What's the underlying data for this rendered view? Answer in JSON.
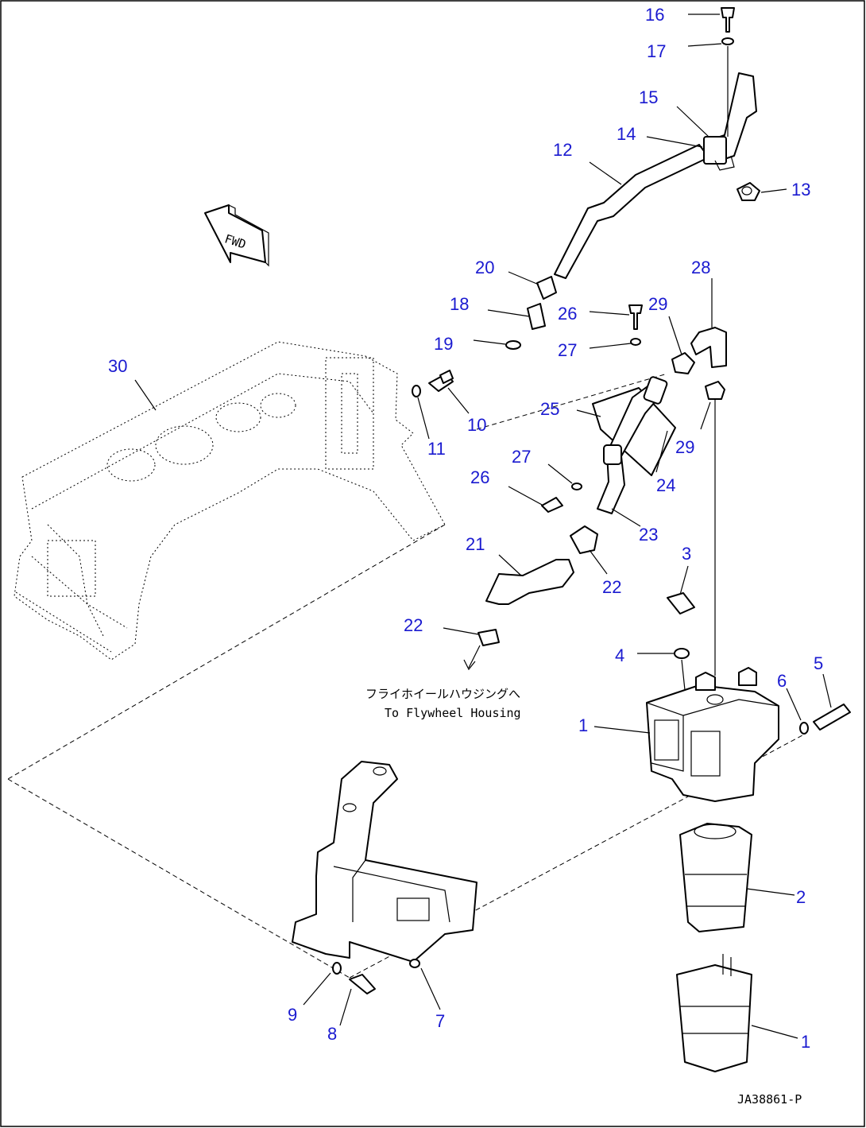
{
  "callouts": [
    {
      "n": "16"
    },
    {
      "n": "17"
    },
    {
      "n": "15"
    },
    {
      "n": "14"
    },
    {
      "n": "12"
    },
    {
      "n": "13"
    },
    {
      "n": "20"
    },
    {
      "n": "28"
    },
    {
      "n": "18"
    },
    {
      "n": "26"
    },
    {
      "n": "29"
    },
    {
      "n": "19"
    },
    {
      "n": "27"
    },
    {
      "n": "30"
    },
    {
      "n": "10"
    },
    {
      "n": "25"
    },
    {
      "n": "11"
    },
    {
      "n": "29"
    },
    {
      "n": "27"
    },
    {
      "n": "24"
    },
    {
      "n": "26"
    },
    {
      "n": "23"
    },
    {
      "n": "21"
    },
    {
      "n": "22"
    },
    {
      "n": "3"
    },
    {
      "n": "22"
    },
    {
      "n": "4"
    },
    {
      "n": "5"
    },
    {
      "n": "6"
    },
    {
      "n": "1"
    },
    {
      "n": "2"
    },
    {
      "n": "9"
    },
    {
      "n": "8"
    },
    {
      "n": "7"
    },
    {
      "n": "1"
    }
  ],
  "direction_note": {
    "jp": "フライホイールハウジングへ",
    "en": "To Flywheel Housing"
  },
  "fwd_label": "FWD",
  "drawing_code": "JA38861-P"
}
